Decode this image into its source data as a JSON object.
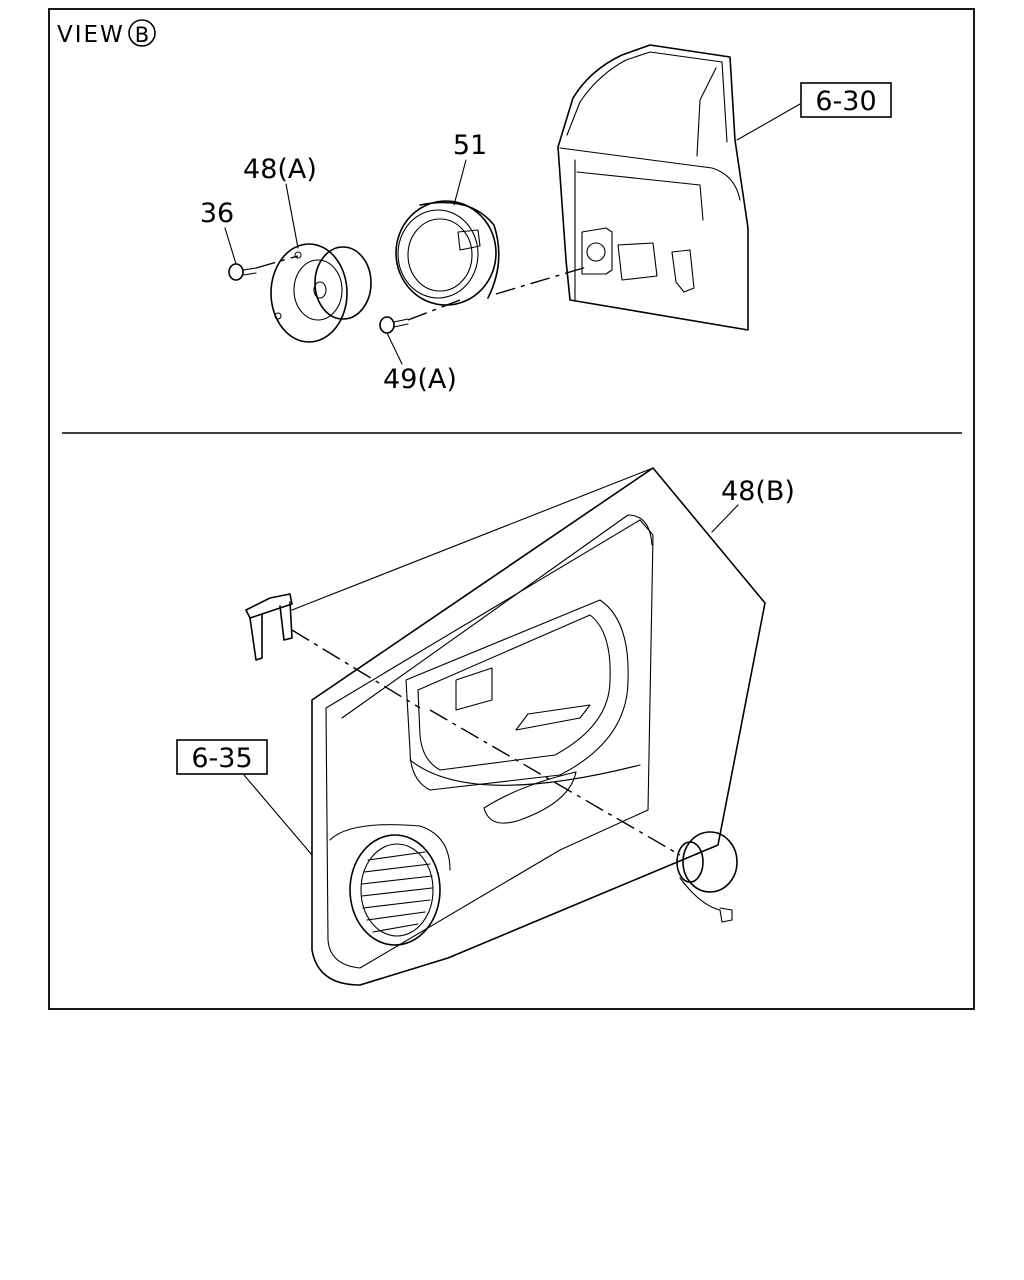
{
  "view": {
    "title": "VIEW",
    "marker": "B"
  },
  "callouts": {
    "ref_6_30": "6-30",
    "ref_6_35": "6-35",
    "part_36": "36",
    "part_48a": "48(A)",
    "part_49a": "49(A)",
    "part_51": "51",
    "part_48b": "48(B)"
  }
}
